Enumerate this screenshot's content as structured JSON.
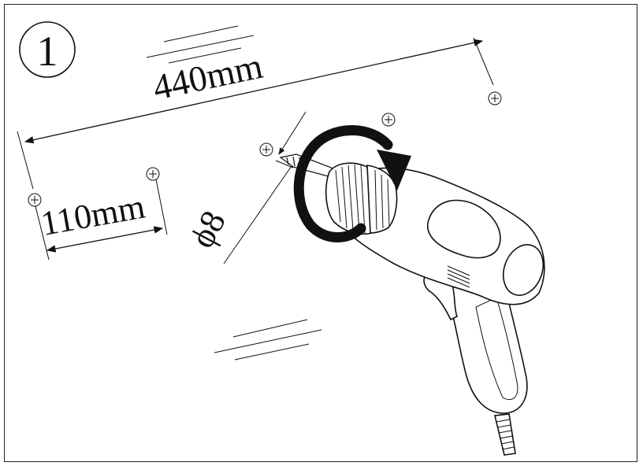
{
  "step": {
    "number": "1"
  },
  "dimensions": {
    "overall_span": "440mm",
    "side_span": "110mm",
    "drill_diameter": "ϕ8"
  },
  "colors": {
    "ink": "#111111",
    "background": "#ffffff"
  },
  "icons": {
    "hole_marker": "crosshair-circle-icon",
    "rotation": "clockwise-arrow-icon",
    "tool": "electric-drill-icon"
  }
}
